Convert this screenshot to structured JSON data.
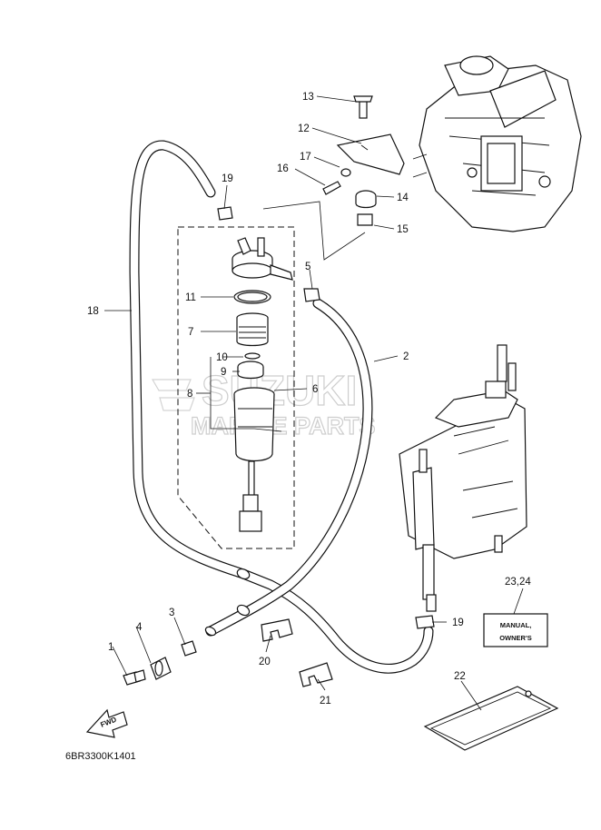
{
  "diagram": {
    "callouts": {
      "c1": "1",
      "c2": "2",
      "c3": "3",
      "c4": "4",
      "c5": "5",
      "c6": "6",
      "c7": "7",
      "c8": "8",
      "c9": "9",
      "c10": "10",
      "c11": "11",
      "c12": "12",
      "c13": "13",
      "c14": "14",
      "c15": "15",
      "c16": "16",
      "c17": "17",
      "c18": "18",
      "c19a": "19",
      "c19b": "19",
      "c20": "20",
      "c21": "21",
      "c22": "22",
      "c2324": "23,24"
    },
    "manual_label_line1": "MANUAL,",
    "manual_label_line2": "OWNER'S",
    "fwd_label": "FWD",
    "drawing_code": "6BR3300K1401",
    "watermark_line1": "SUZUKI",
    "watermark_line2": "MARINE PARTS"
  }
}
